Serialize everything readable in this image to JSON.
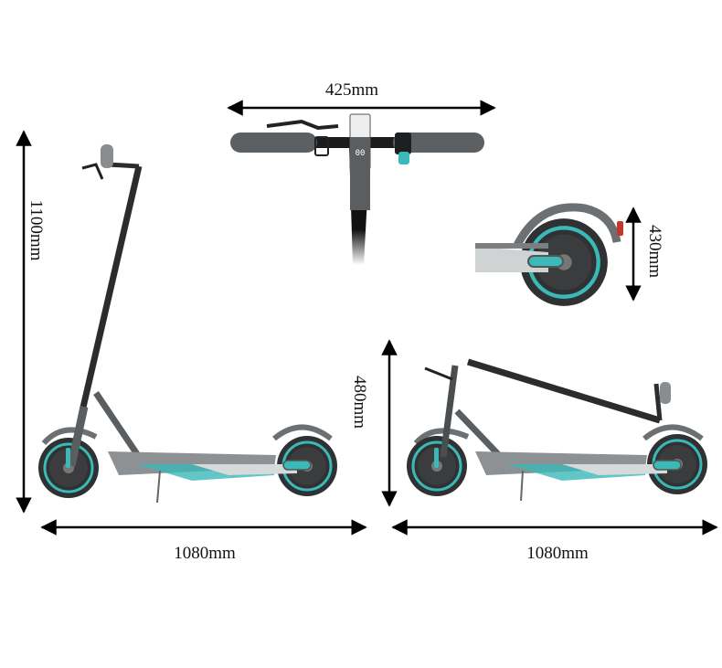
{
  "dimensions": {
    "handlebar_width": "425mm",
    "total_height": "1100mm",
    "wheel_height": "430mm",
    "folded_height": "480mm",
    "unfolded_length": "1080mm",
    "folded_length": "1080mm"
  },
  "colors": {
    "accent_teal": "#3bb8b8",
    "frame_gray": "#5a5e60",
    "stem_dark": "#2a2c2e",
    "tire": "#2f3132",
    "arrow": "#000000"
  }
}
